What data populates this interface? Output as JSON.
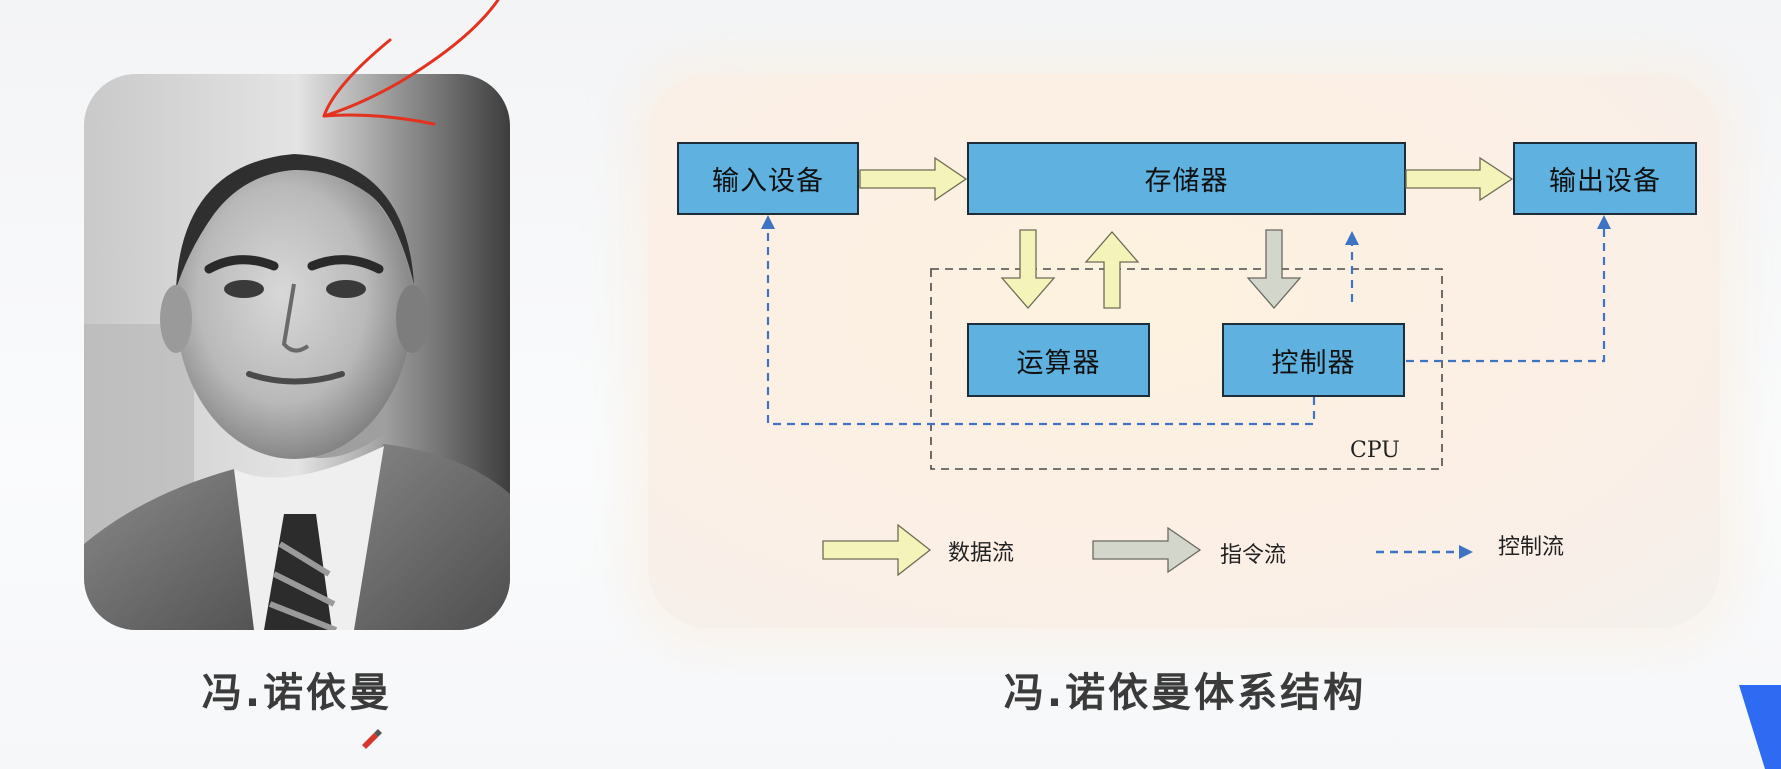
{
  "left": {
    "caption": "冯.诺依曼"
  },
  "diagram": {
    "caption": "冯.诺依曼体系结构",
    "boxes": {
      "input": "输入设备",
      "memory": "存储器",
      "output": "输出设备",
      "alu": "运算器",
      "control": "控制器"
    },
    "cpu_label": "CPU",
    "legend": {
      "data_flow": "数据流",
      "instruction_flow": "指令流",
      "control_flow": "控制流"
    }
  },
  "colors": {
    "box_fill": "#5fb2e0",
    "data_arrow": "#f6f4b8",
    "instruction_arrow": "#d3d7cc",
    "control_line": "#3e6fb5",
    "annotation_red": "#e3321f",
    "corner_accent": "#2e6bf2"
  }
}
